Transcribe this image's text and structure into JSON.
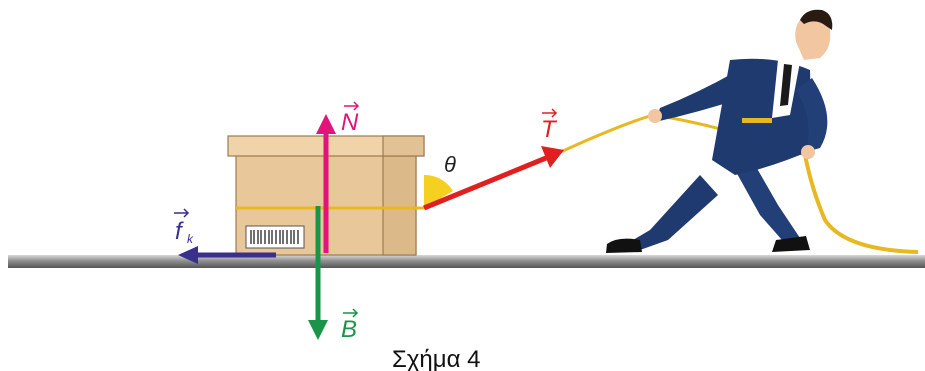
{
  "caption": "Σχήμα 4",
  "angle_label": "θ",
  "forces": {
    "normal": {
      "symbol": "N",
      "color": "#e0147a"
    },
    "weight": {
      "symbol": "B",
      "color": "#1a9448"
    },
    "tension": {
      "symbol": "T",
      "color": "#e02020"
    },
    "friction": {
      "symbol": "f",
      "subscript": "k",
      "color": "#3a2f8c"
    }
  },
  "colors": {
    "ground": "#8a8a8a",
    "box": "#e8c79a",
    "box_dark": "#d6b07c",
    "rope": "#e8b820",
    "angle_fill": "#f5d020",
    "suit": "#1f3a6e",
    "skin": "#f2c6a0",
    "hair": "#2b1a12"
  },
  "icons": [
    "cardboard-box",
    "man-pulling-rope",
    "barcode"
  ]
}
